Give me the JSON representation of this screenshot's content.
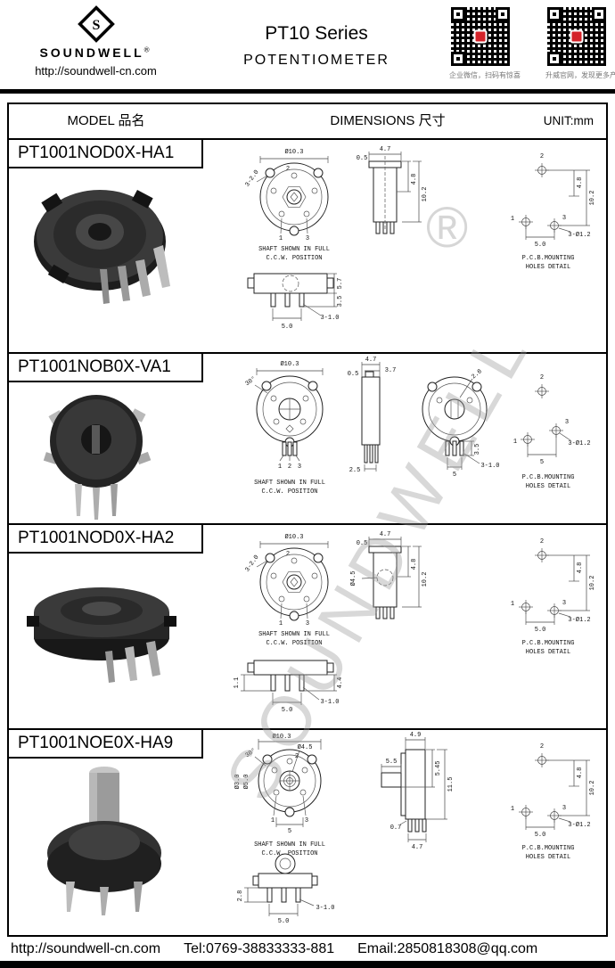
{
  "header": {
    "company": "SOUNDWELL",
    "registered": "®",
    "logo_letter": "S",
    "url": "http://soundwell-cn.com",
    "series": "PT10 Series",
    "product": "POTENTIOMETER",
    "qr_left_caption": "企业微信，扫码有惊喜",
    "qr_right_caption": "升威官网，发现更多产品"
  },
  "table_header": {
    "model": "MODEL 品名",
    "dimensions": "DIMENSIONS 尺寸",
    "unit": "UNIT:mm"
  },
  "watermark": "SOUNDWELL",
  "watermark_mark": "®",
  "rows": [
    {
      "model": "PT1001NOD0X-HA1",
      "shaft_note1": "SHAFT SHOWN IN FULL",
      "shaft_note2": "C.C.W. POSITION",
      "pcb_note1": "P.C.B.MOUNTING",
      "pcb_note2": "HOLES DETAIL",
      "front": {
        "dia": "Ø10.3",
        "t2": "2",
        "t1": "1",
        "t3": "3",
        "ear": "3-2.0"
      },
      "side": {
        "w": "4.7",
        "lip": "0.5",
        "h1": "4.8",
        "h2": "10.2"
      },
      "bottom": {
        "h": "5.7",
        "pin_len": "3.5",
        "pins": "3-1.0",
        "span": "5.0"
      },
      "pcb": {
        "t2": "2",
        "t1": "1",
        "t3": "3",
        "v1": "4.8",
        "v2": "10.2",
        "span": "5.0",
        "holes": "3-Ø1.2"
      }
    },
    {
      "model": "PT1001NOB0X-VA1",
      "shaft_note1": "SHAFT SHOWN IN FULL",
      "shaft_note2": "C.C.W. POSITION",
      "pcb_note1": "P.C.B.MOUNTING",
      "pcb_note2": "HOLES DETAIL",
      "front": {
        "dia": "Ø10.3",
        "angle": "30°",
        "t1": "1",
        "t2": "2",
        "t3": "3"
      },
      "side": {
        "lip": "0.5",
        "w": "4.7",
        "w2": "3.7",
        "b": "2.5"
      },
      "back": {
        "slot": "2.0",
        "pin_len": "3.5",
        "pins": "3-1.0",
        "span": "5"
      },
      "pcb": {
        "t2": "2",
        "t1": "1",
        "t3": "3",
        "span": "5",
        "holes": "3-Ø1.2"
      }
    },
    {
      "model": "PT1001NOD0X-HA2",
      "shaft_note1": "SHAFT SHOWN IN FULL",
      "shaft_note2": "C.C.W. POSITION",
      "pcb_note1": "P.C.B.MOUNTING",
      "pcb_note2": "HOLES DETAIL",
      "front": {
        "dia": "Ø10.3",
        "t2": "2",
        "t1": "1",
        "t3": "3",
        "ear": "3-2.0"
      },
      "side": {
        "w": "4.7",
        "lip": "0.5",
        "shaft": "Ø4.5",
        "h1": "4.8",
        "h2": "10.2"
      },
      "bottom": {
        "pin_len": "4.4",
        "pins": "3-1.0",
        "off": "1.1",
        "span": "5.0"
      },
      "pcb": {
        "t2": "2",
        "t1": "1",
        "t3": "3",
        "v1": "4.8",
        "v2": "10.2",
        "span": "5.0",
        "holes": "3-Ø1.2"
      }
    },
    {
      "model": "PT1001NOE0X-HA9",
      "shaft_note1": "SHAFT SHOWN IN FULL",
      "shaft_note2": "C.C.W. POSITION",
      "pcb_note1": "P.C.B.MOUNTING",
      "pcb_note2": "HOLES DETAIL",
      "front": {
        "dia": "Ø10.3",
        "shaft": "Ø4.5",
        "t2": "2",
        "angle": "30°",
        "d1": "Ø3.0",
        "d2": "Ø5.0",
        "t1": "1",
        "t3": "3",
        "span": "5"
      },
      "side": {
        "t": "4.9",
        "shaft_len": "5.5",
        "h1": "5.45",
        "h2": "11.5",
        "lip": "0.7",
        "b": "4.7"
      },
      "bottom": {
        "d1": "2.8",
        "pins": "3-1.0",
        "span": "5.0"
      },
      "pcb": {
        "t2": "2",
        "t1": "1",
        "t3": "3",
        "v1": "4.8",
        "v2": "10.2",
        "span": "5.0",
        "holes": "3-Ø1.2"
      }
    }
  ],
  "footer": {
    "url": "http://soundwell-cn.com",
    "tel": "Tel:0769-38833333-881",
    "email": "Email:2850818308@qq.com"
  }
}
